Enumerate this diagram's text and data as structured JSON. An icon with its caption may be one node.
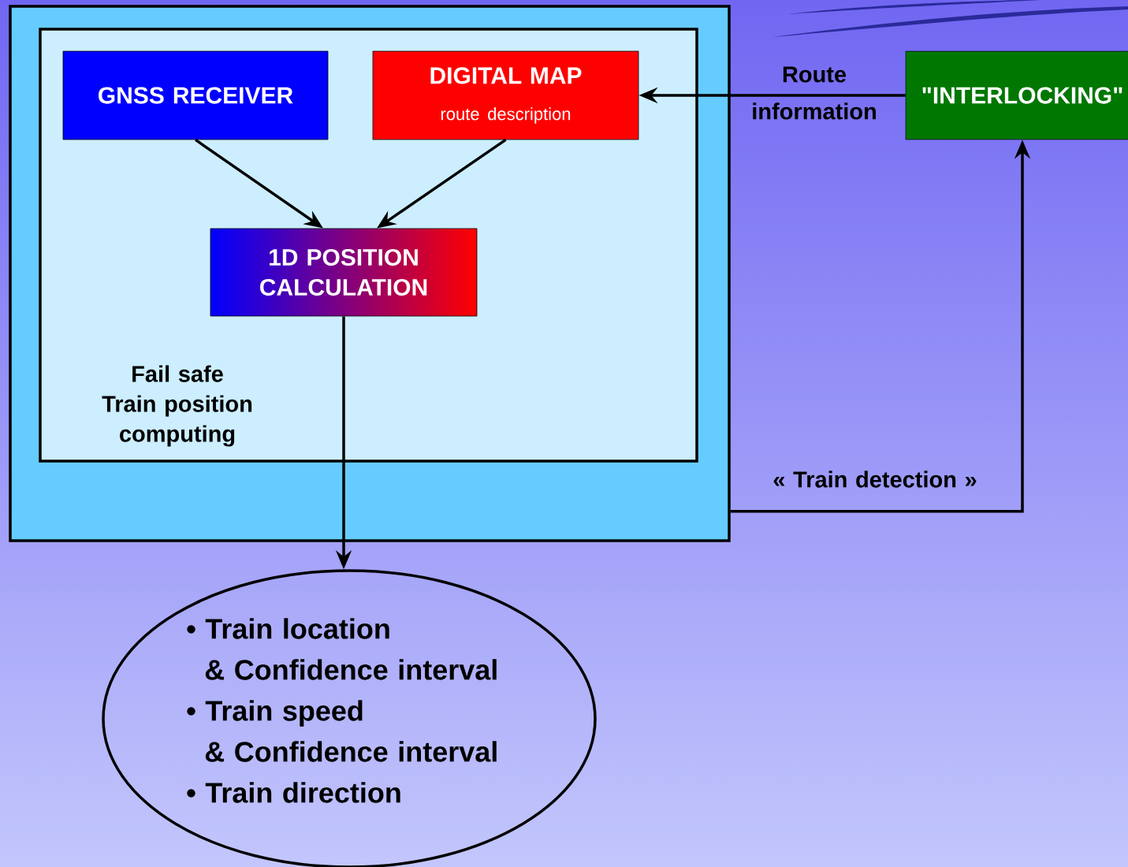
{
  "diagram": {
    "nodes": [
      {
        "text": [],
        "shape": "box"
      },
      {
        "text": [
          "Fail safe Train position computing"
        ],
        "in": 0
      },
      {
        "text": [
          "GNSS RECEIVER"
        ],
        "in": 1
      },
      {
        "text": [
          "DIGITAL MAP",
          "route description"
        ],
        "in": 1
      },
      {
        "text": [
          "1D POSITION CALCULATION"
        ],
        "in": 1
      },
      {
        "text": [
          "\"INTERLOCKING\""
        ]
      },
      {
        "text": [
          "• Train location & Confidence interval",
          "• Train speed & Confidence interval",
          "• Train direction"
        ]
      }
    ],
    "edges": [
      {
        "from": 2,
        "to": 4,
        "arrow": "to"
      },
      {
        "from": 3,
        "to": 4,
        "arrow": "to"
      },
      {
        "from": 5,
        "to": 3,
        "arrow": "to",
        "label": "Route information"
      },
      {
        "from": 4,
        "to": 6,
        "arrow": "to"
      },
      {
        "from": 0,
        "to": 5,
        "arrow": "to",
        "label": "« Train detection »"
      }
    ]
  }
}
